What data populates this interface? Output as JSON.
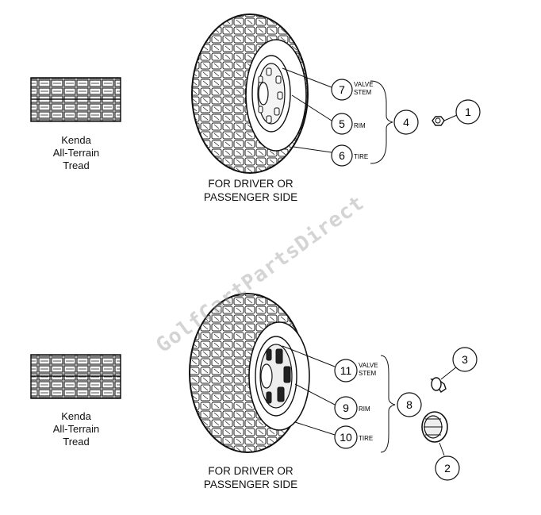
{
  "tread_caption": {
    "line1": "Kenda",
    "line2": "All-Terrain",
    "line3": "Tread"
  },
  "side_label": {
    "line1": "FOR DRIVER OR",
    "line2": "PASSENGER SIDE"
  },
  "watermark": "GolfCartPartsDirect",
  "top_assembly": {
    "valve_stem": {
      "number": "7",
      "label1": "VALVE",
      "label2": "STEM"
    },
    "rim": {
      "number": "5",
      "label": "RIM"
    },
    "tire": {
      "number": "6",
      "label": "TIRE"
    },
    "assembly": {
      "number": "4"
    },
    "lug_nut": {
      "number": "1"
    }
  },
  "bottom_assembly": {
    "valve_stem": {
      "number": "11",
      "label1": "VALVE",
      "label2": "STEM"
    },
    "rim": {
      "number": "9",
      "label": "RIM"
    },
    "tire": {
      "number": "10",
      "label": "TIRE"
    },
    "assembly": {
      "number": "8"
    },
    "lug_nut": {
      "number": "3"
    },
    "hub_cap": {
      "number": "2"
    }
  }
}
